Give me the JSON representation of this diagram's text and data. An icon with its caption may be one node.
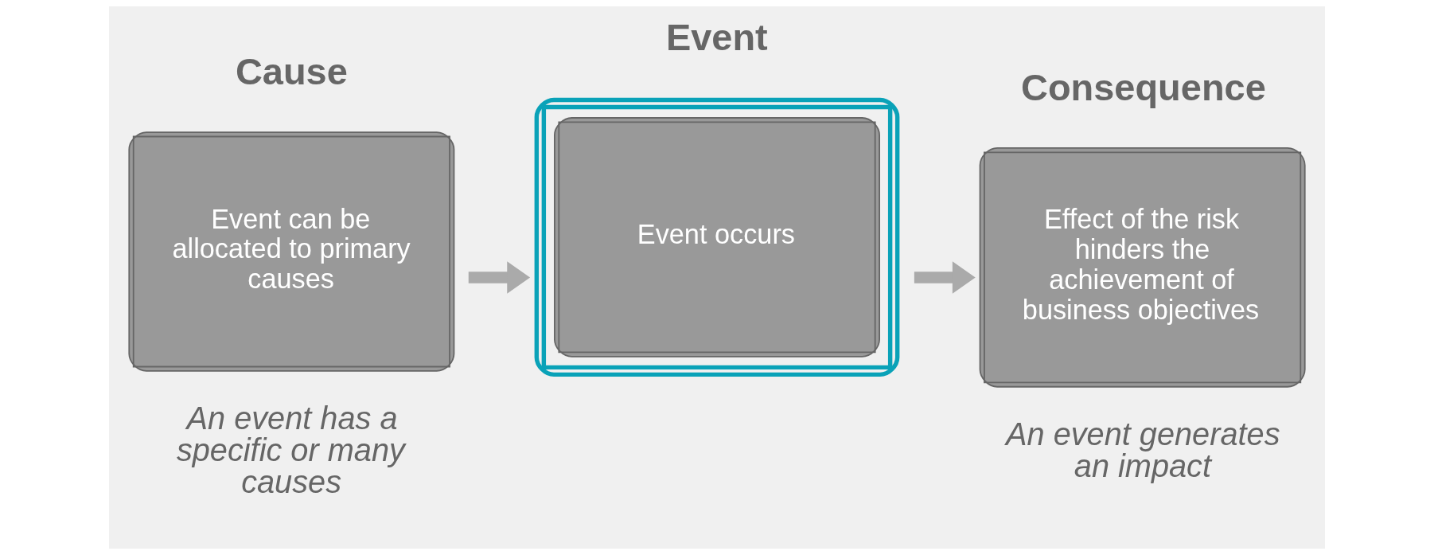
{
  "diagram": {
    "nodes": [
      {
        "text": [
          "Cause",
          "Event can be allocated to primary causes"
        ],
        "beside": [
          "An event has a specific or many causes"
        ]
      },
      {
        "text": [
          "Event",
          "Event occurs"
        ]
      },
      {
        "text": [
          "Consequence",
          "Effect of the risk hinders the achievement of business objectives"
        ],
        "beside": [
          "An event generates an impact"
        ]
      }
    ],
    "edges": [
      {
        "from": 0,
        "to": 1,
        "arrow": "to"
      },
      {
        "from": 1,
        "to": 2,
        "arrow": "to"
      }
    ]
  }
}
